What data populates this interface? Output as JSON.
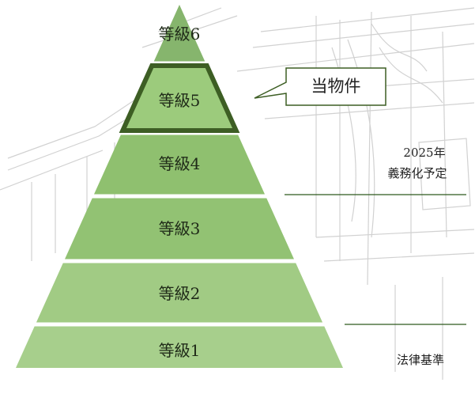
{
  "colors": {
    "tier6": "#86b56d",
    "tier5": "#9ccb7c",
    "tier4": "#8fc06f",
    "tier3": "#92c273",
    "tier2": "#a1cb84",
    "tier1": "#a7cf8c",
    "highlight_border": "#3d5e24",
    "divider": "#2f5a1d",
    "sketch": "#c4c4c4"
  },
  "pyramid": {
    "levels": [
      {
        "label": "等級6"
      },
      {
        "label": "等級5",
        "highlighted": true
      },
      {
        "label": "等級4"
      },
      {
        "label": "等級3"
      },
      {
        "label": "等級2"
      },
      {
        "label": "等級1"
      }
    ]
  },
  "callout": {
    "text": "当物件"
  },
  "notes": {
    "mandatory_line1": "2025年",
    "mandatory_line2": "義務化予定",
    "legal_standard": "法律基準"
  }
}
